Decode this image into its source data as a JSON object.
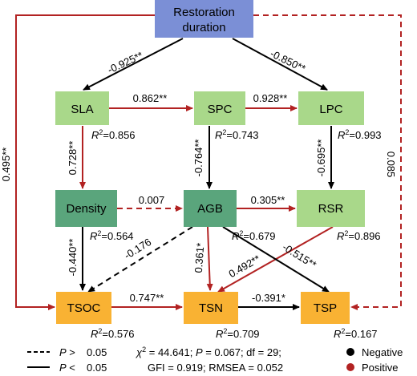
{
  "colors": {
    "negative": "#000000",
    "positive": "#b22222",
    "node_top": "#7b8fd6",
    "node_light_green": "#a9d88a",
    "node_dark_green": "#5aa57c",
    "node_orange": "#f9b233"
  },
  "nodes": {
    "restoration": {
      "label_line1": "Restoration",
      "label_line2": "duration"
    },
    "sla": {
      "label": "SLA",
      "r2": "=0.856"
    },
    "spc": {
      "label": "SPC",
      "r2": "=0.743"
    },
    "lpc": {
      "label": "LPC",
      "r2": "=0.993"
    },
    "density": {
      "label": "Density",
      "r2": "=0.564"
    },
    "agb": {
      "label": "AGB",
      "r2": "=0.679"
    },
    "rsr": {
      "label": "RSR",
      "r2": "=0.896"
    },
    "tsoc": {
      "label": "TSOC",
      "r2": "=0.576"
    },
    "tsn": {
      "label": "TSN",
      "r2": "=0.709"
    },
    "tsp": {
      "label": "TSP",
      "r2": "=0.167"
    }
  },
  "r2_prefix": "R",
  "r2_sup": "2",
  "paths": {
    "rd_sla": "-0.925**",
    "rd_lpc": "-0.850**",
    "rd_tsoc": "0.495**",
    "rd_tsp": "0.085",
    "sla_spc": "0.862**",
    "spc_lpc": "0.928**",
    "sla_density": "0.728**",
    "spc_agb": "-0.764**",
    "lpc_rsr": "-0.695**",
    "density_agb": "0.007",
    "agb_rsr": "0.305**",
    "density_tsoc": "-0.440**",
    "agb_tsoc": "-0.176",
    "agb_tsn": "0.361*",
    "rsr_tsn": "0.492**",
    "agb_tsp": "-0.515**",
    "tsoc_tsn": "0.747**",
    "tsn_tsp": "-0.391*"
  },
  "legend": {
    "dashed_p": "P",
    "dashed_op": " >",
    "dashed_val": "0.05",
    "solid_p": "P",
    "solid_op": " <",
    "solid_val": "0.05",
    "stats_chi": "χ",
    "stats_chi_sup": "2",
    "stats_line1_rest": " = 44.641; ",
    "stats_line1_p": "P",
    "stats_line1_end": " = 0.067; df = 29;",
    "stats_line2": "GFI = 0.919; RMSEA = 0.052",
    "negative": "Negative",
    "positive": "Positive"
  }
}
